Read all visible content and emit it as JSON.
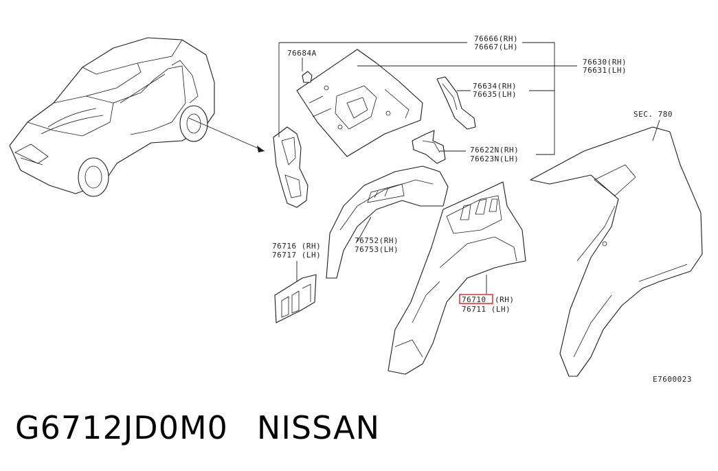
{
  "diagram": {
    "labels": {
      "p76666": "76666(RH)",
      "p76667": "76667(LH)",
      "p76684A": "76684A",
      "p76630": "76630(RH)",
      "p76631": "76631(LH)",
      "p76634": "76634(RH)",
      "p76635": "76635(LH)",
      "p76622N": "76622N(RH)",
      "p76623N": "76623N(LH)",
      "sec780": "SEC. 780",
      "p76752": "76752(RH)",
      "p76753": "76753(LH)",
      "p76716": "76716 (RH)",
      "p76717": "76717 (LH)",
      "p76710": "76710",
      "p76710_side": "(RH)",
      "p76711": "76711 (LH)",
      "ref": "E7600023"
    },
    "highlight_color": "#e0282d"
  },
  "footer": {
    "part_number": "G6712JD0M0",
    "brand": "NISSAN"
  }
}
